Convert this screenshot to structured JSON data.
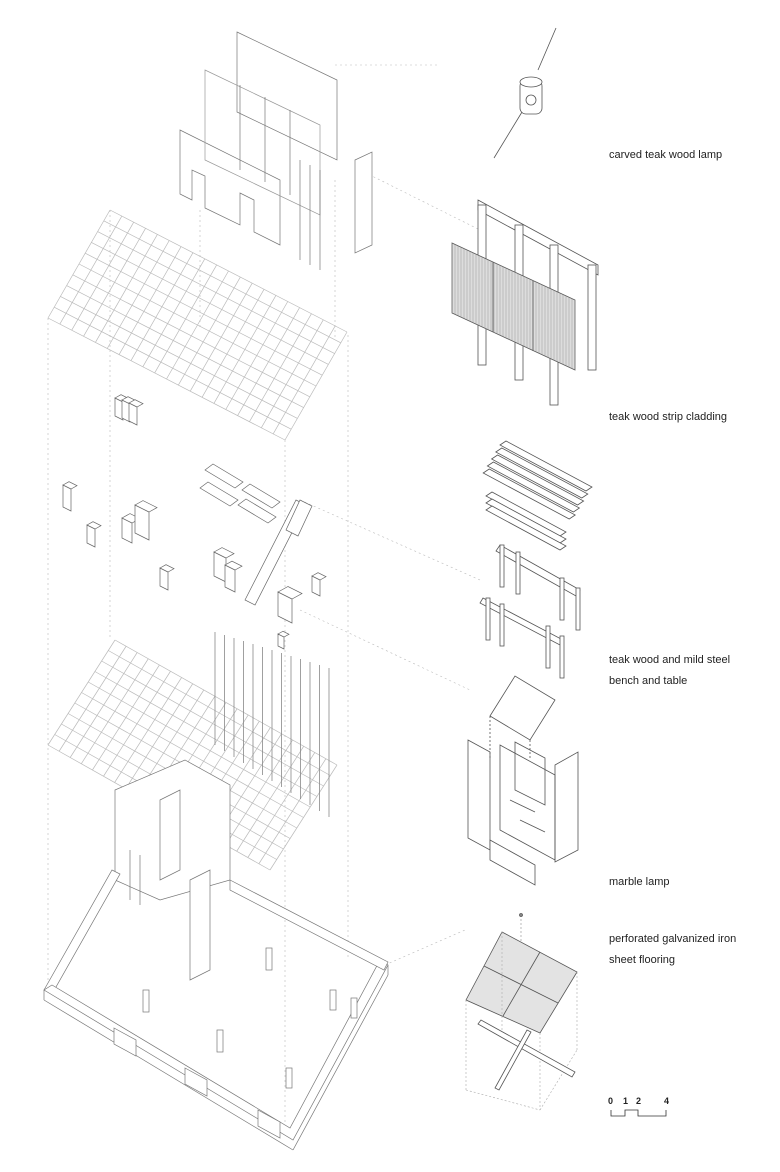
{
  "labels": {
    "lamp": "carved teak wood lamp",
    "cladding": "teak wood strip cladding",
    "bench_1": "teak wood and mild steel",
    "bench_2": "bench and table",
    "marble": "marble lamp",
    "flooring_1": "perforated galvanized iron",
    "flooring_2": "sheet flooring"
  },
  "scale_bar": {
    "ticks": [
      "0",
      "1",
      "2",
      "4"
    ]
  },
  "colors": {
    "line": "#555555",
    "faint": "#bbbbbb",
    "fill": "#e3e3e3"
  }
}
